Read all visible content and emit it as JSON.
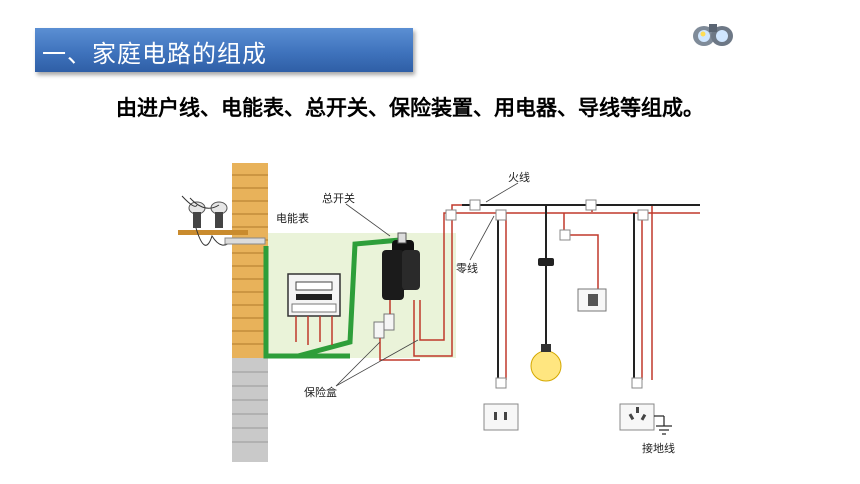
{
  "header": {
    "section_title": "一、家庭电路的组成"
  },
  "intro": {
    "sentence": "由进户线、电能表、总开关、保险装置、用电器、导线等组成。"
  },
  "icons": {
    "binoculars": "binoculars-icon"
  },
  "diagram": {
    "labels": {
      "meter": "电能表",
      "main_switch": "总开关",
      "live_wire": "火线",
      "neutral_wire": "零线",
      "fuse_box": "保险盒",
      "ground_wire": "接地线"
    }
  },
  "colors": {
    "title_bar": "#3f73bd",
    "live_wire": "#d32f2f",
    "green_wire": "#2e9e3a",
    "panel_bg": "#eaf3d9",
    "brick": "#e8b25a"
  }
}
